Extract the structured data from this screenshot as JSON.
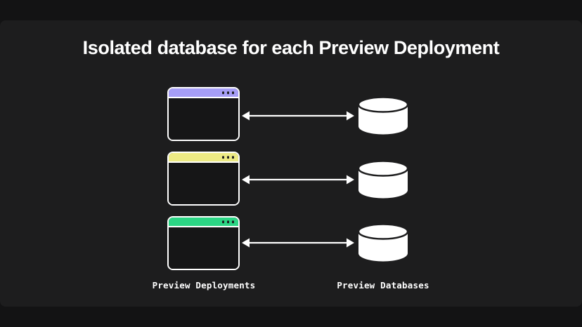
{
  "title": "Isolated database for each Preview Deployment",
  "diagram": {
    "left_column_label": "Preview Deployments",
    "right_column_label": "Preview Databases",
    "rows": [
      {
        "window_header_color": "#a69ef6",
        "connection": "bidirectional"
      },
      {
        "window_header_color": "#edea84",
        "connection": "bidirectional"
      },
      {
        "window_header_color": "#2bd584",
        "connection": "bidirectional"
      }
    ]
  },
  "colors": {
    "page_background": "#131314",
    "canvas_background": "#1d1d1e",
    "window_body": "#161617",
    "window_border": "#ffffff",
    "window_dot": "#1d1d1e",
    "arrow": "#ffffff",
    "database_fill": "#ffffff",
    "text": "#ffffff"
  },
  "icons": {
    "window_dots": "window-dots-icon",
    "arrow": "bidirectional-arrow-icon",
    "database": "database-icon"
  }
}
